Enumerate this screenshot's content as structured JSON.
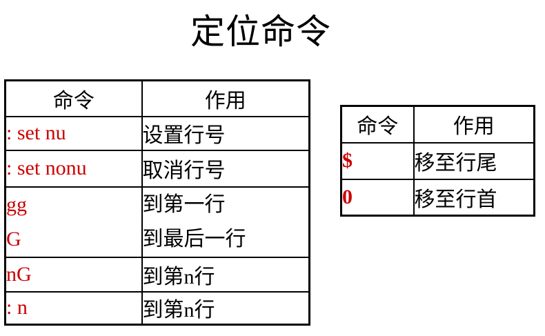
{
  "title": "定位命令",
  "colors": {
    "command_red": "#cc0000",
    "text_black": "#000000",
    "border_black": "#000000",
    "background": "#ffffff"
  },
  "left_table": {
    "headers": [
      "命令",
      "作用"
    ],
    "rows": [
      {
        "command": ": set nu",
        "action": "设置行号"
      },
      {
        "command": ": set nonu",
        "action": "取消行号"
      },
      {
        "command_lines": [
          "gg",
          "G"
        ],
        "action_lines": [
          "到第一行",
          "到最后一行"
        ]
      },
      {
        "command": "nG",
        "action": "到第n行"
      },
      {
        "command": ": n",
        "action": "到第n行"
      }
    ]
  },
  "right_table": {
    "headers": [
      "命令",
      "作用"
    ],
    "rows": [
      {
        "command": "$",
        "action": "移至行尾"
      },
      {
        "command": "0",
        "action": "移至行首"
      }
    ]
  }
}
